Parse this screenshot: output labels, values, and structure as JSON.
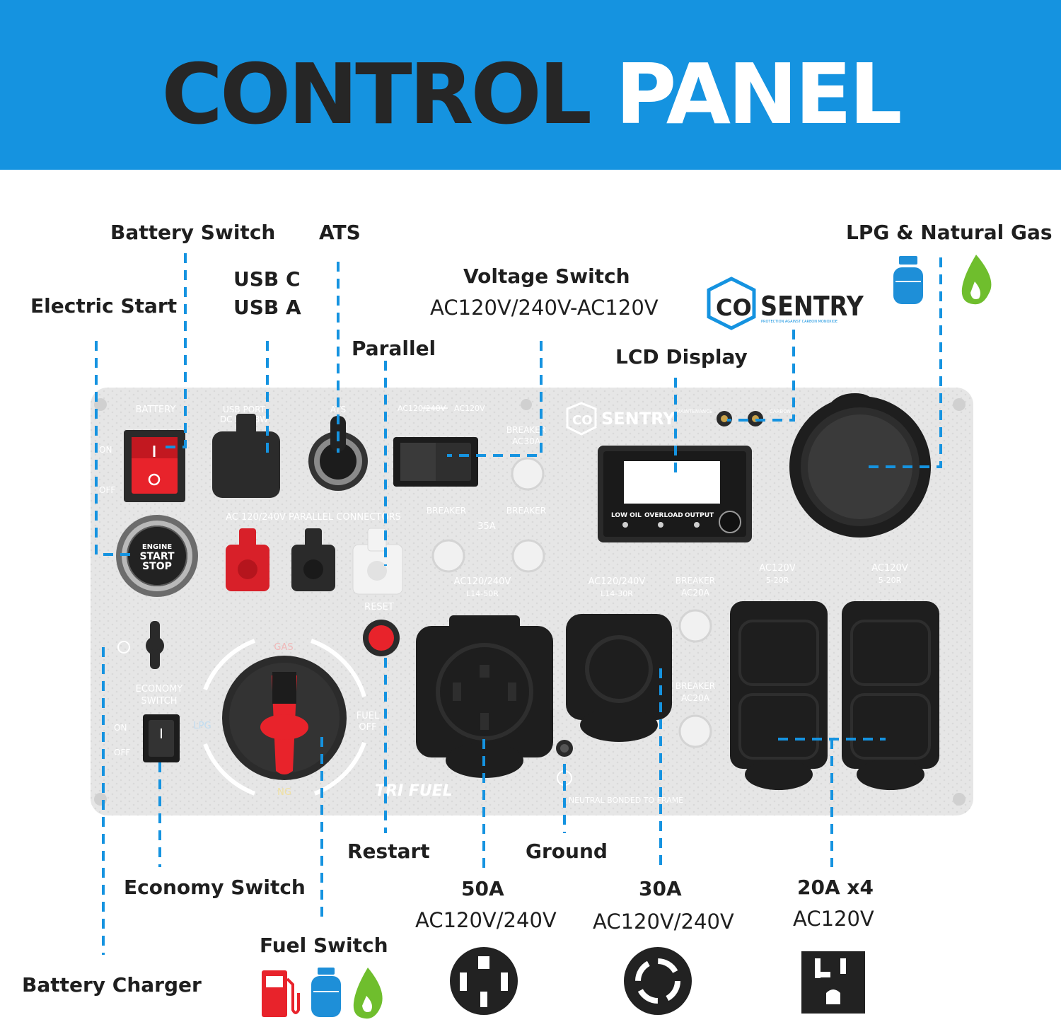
{
  "header": {
    "title_dark": "CONTROL",
    "title_light": "PANEL",
    "color": "#1593e0"
  },
  "callouts": {
    "battery_switch": "Battery Switch",
    "ats": "ATS",
    "lpg_ng": "LPG & Natural Gas",
    "usb_c": "USB C",
    "usb_a": "USB A",
    "electric_start": "Electric Start",
    "voltage_switch": "Voltage Switch",
    "voltage_switch_sub": "AC120V/240V-AC120V",
    "parallel": "Parallel",
    "lcd_display": "LCD Display",
    "restart": "Restart",
    "ground": "Ground",
    "economy_switch": "Economy Switch",
    "fuel_switch": "Fuel Switch",
    "battery_charger": "Battery Charger",
    "outlet_50a": "50A",
    "outlet_50a_sub": "AC120V/240V",
    "outlet_30a": "30A",
    "outlet_30a_sub": "AC120V/240V",
    "outlet_20a": "20A x4",
    "outlet_20a_sub": "AC120V"
  },
  "cosentry": {
    "co": "CO",
    "sentry": "SENTRY",
    "tagline": "PROTECTION AGAINST CARBON MONOXIDE"
  },
  "panel": {
    "battery": "BATTERY",
    "on": "ON",
    "off": "OFF",
    "usb_port": "USB PORT",
    "usb_rating": "DC 5V 18W",
    "ats": "ATS",
    "voltage_left": "AC120/240V",
    "voltage_right": "AC120V",
    "breaker": "BREAKER",
    "ac30a": "AC30A",
    "parallel_connectors": "AC 120/240V PARALLEL CONNECTORS",
    "amp35": "35A",
    "engine": "ENGINE",
    "start": "START",
    "stop": "STOP",
    "economy": "ECONOMY",
    "switch": "SWITCH",
    "gas": "GAS",
    "lpg": "LPG",
    "ng": "NG",
    "fuel": "FUEL",
    "fuel_off": "OFF",
    "reset": "RESET",
    "l14_50_volt": "AC120/240V",
    "l14_50": "L14-50R",
    "l14_30_volt": "AC120/240V",
    "l14_30": "L14-30R",
    "ac20a": "AC20A",
    "ac120v": "AC120V",
    "r520": "5-20R",
    "lcd_low_oil": "LOW OIL",
    "lcd_overload": "OVERLOAD",
    "lcd_output": "OUTPUT",
    "neutral": "NEUTRAL BONDED TO FRAME",
    "trifuel": "TRI FUEL",
    "maintenance": "MAINTENANCE",
    "carbon": "CARBON"
  },
  "colors": {
    "accent_blue": "#1593e0",
    "panel_grey": "#e6e6e6",
    "switch_red": "#e8232b",
    "dark": "#1f1f1f",
    "fuel_green": "#6fbe2d",
    "lpg_blue": "#1e8fd8"
  }
}
